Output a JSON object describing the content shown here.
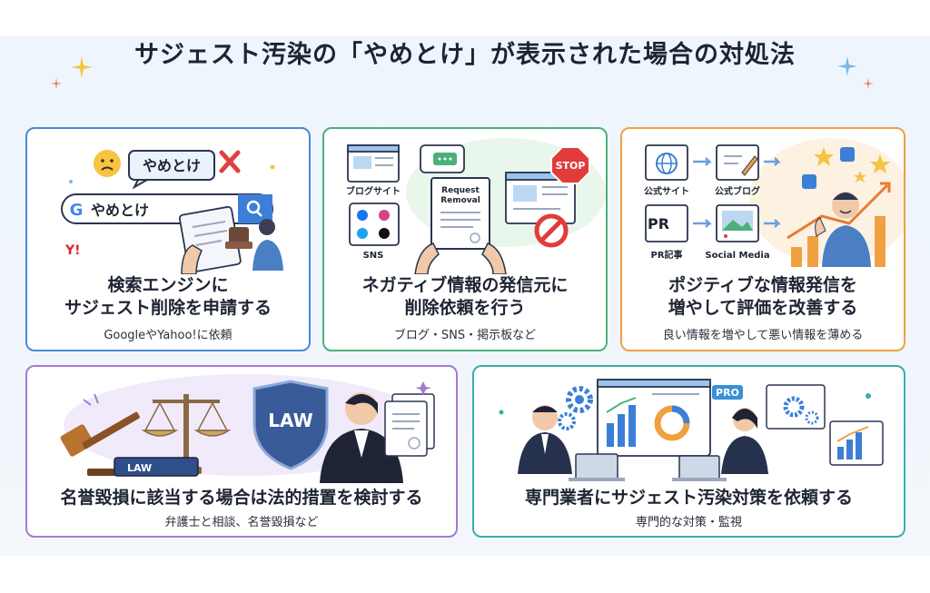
{
  "title": "サジェスト汚染の「やめとけ」が表示された場合の対処法",
  "cards": [
    {
      "title_line1": "検索エンジンに",
      "title_line2": "サジェスト削除を申請する",
      "subtitle": "GoogleやYahoo!に依頼",
      "bubble_text": "やめとけ",
      "search_text": "やめとけ",
      "google_letter": "G",
      "yahoo_logo": "Y!"
    },
    {
      "title_line1": "ネガティブ情報の発信元に",
      "title_line2": "削除依頼を行う",
      "subtitle": "ブログ・SNS・掲示板など",
      "blog_label": "ブログサイト",
      "sns_label": "SNS",
      "request_line1": "Request",
      "request_line2": "Removal",
      "stop_label": "STOP"
    },
    {
      "title_line1": "ポジティブな情報発信を",
      "title_line2": "増やして評価を改善する",
      "subtitle": "良い情報を増やして悪い情報を薄める",
      "official_site": "公式サイト",
      "official_blog": "公式ブログ",
      "pr_label": "PR記事",
      "pr_icon": "PR",
      "social_label": "Social Media"
    },
    {
      "title": "名誉毀損に該当する場合は法的措置を検討する",
      "subtitle": "弁護士と相談、名誉毀損など",
      "law_shield": "LAW",
      "law_book": "LAW"
    },
    {
      "title": "専門業者にサジェスト汚染対策を依頼する",
      "subtitle": "専門的な対策・監視",
      "pro_badge": "PRO"
    }
  ],
  "colors": {
    "blue": "#4a88d6",
    "green": "#4db07a",
    "orange": "#f0a040",
    "purple": "#a27ad0",
    "teal": "#3aaea8"
  }
}
